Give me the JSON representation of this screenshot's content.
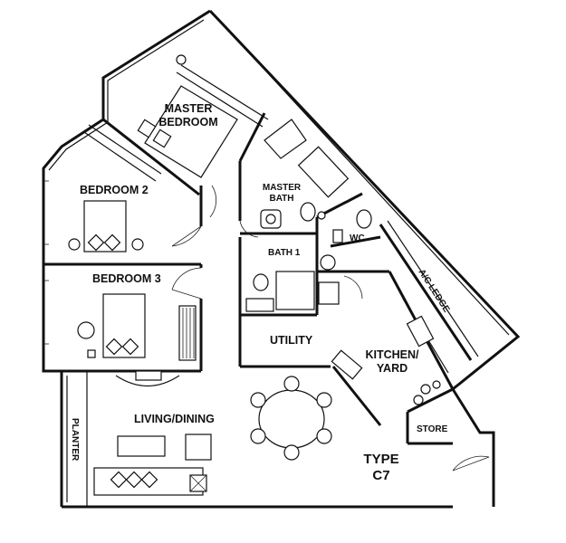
{
  "rooms": {
    "master_bedroom": [
      "MASTER",
      "BEDROOM"
    ],
    "bedroom_2": "BEDROOM 2",
    "bedroom_3": "BEDROOM 3",
    "master_bath": [
      "MASTER",
      "BATH"
    ],
    "wc": "WC",
    "bath_1": "BATH 1",
    "ac_ledge": "A/C LEDGE",
    "utility": "UTILITY",
    "kitchen_yard": [
      "KITCHEN/",
      "YARD"
    ],
    "living_dining": "LIVING/DINING",
    "store": "STORE",
    "planter": "PLANTER"
  },
  "unit_type": [
    "TYPE",
    "C7"
  ]
}
